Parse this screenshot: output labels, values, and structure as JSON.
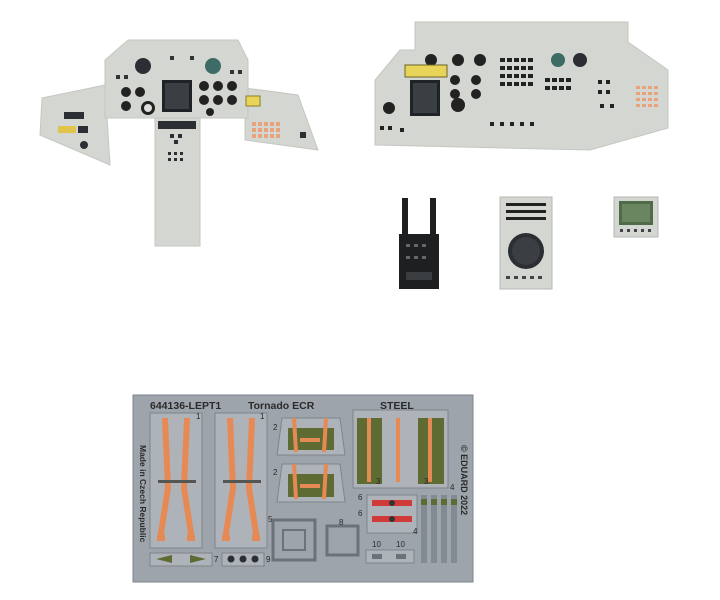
{
  "fret": {
    "part_code": "644136-LEPT1",
    "aircraft": "Tornado ECR",
    "material": "STEEL",
    "origin": "Made in Czech Republic",
    "copyright": "© EDUARD 2022",
    "part_numbers": [
      "1",
      "1",
      "2",
      "2",
      "3",
      "3",
      "4",
      "4",
      "5",
      "6",
      "6",
      "7",
      "8",
      "9",
      "10",
      "10"
    ]
  },
  "colors": {
    "panel_grey": "#d3d6d1",
    "fret_steel": "#9ea4ab",
    "harness_orange": "#e58a55",
    "seat_green": "#5e6b33",
    "strap_red": "#d23a3a",
    "screen_green": "#4f6b48"
  }
}
